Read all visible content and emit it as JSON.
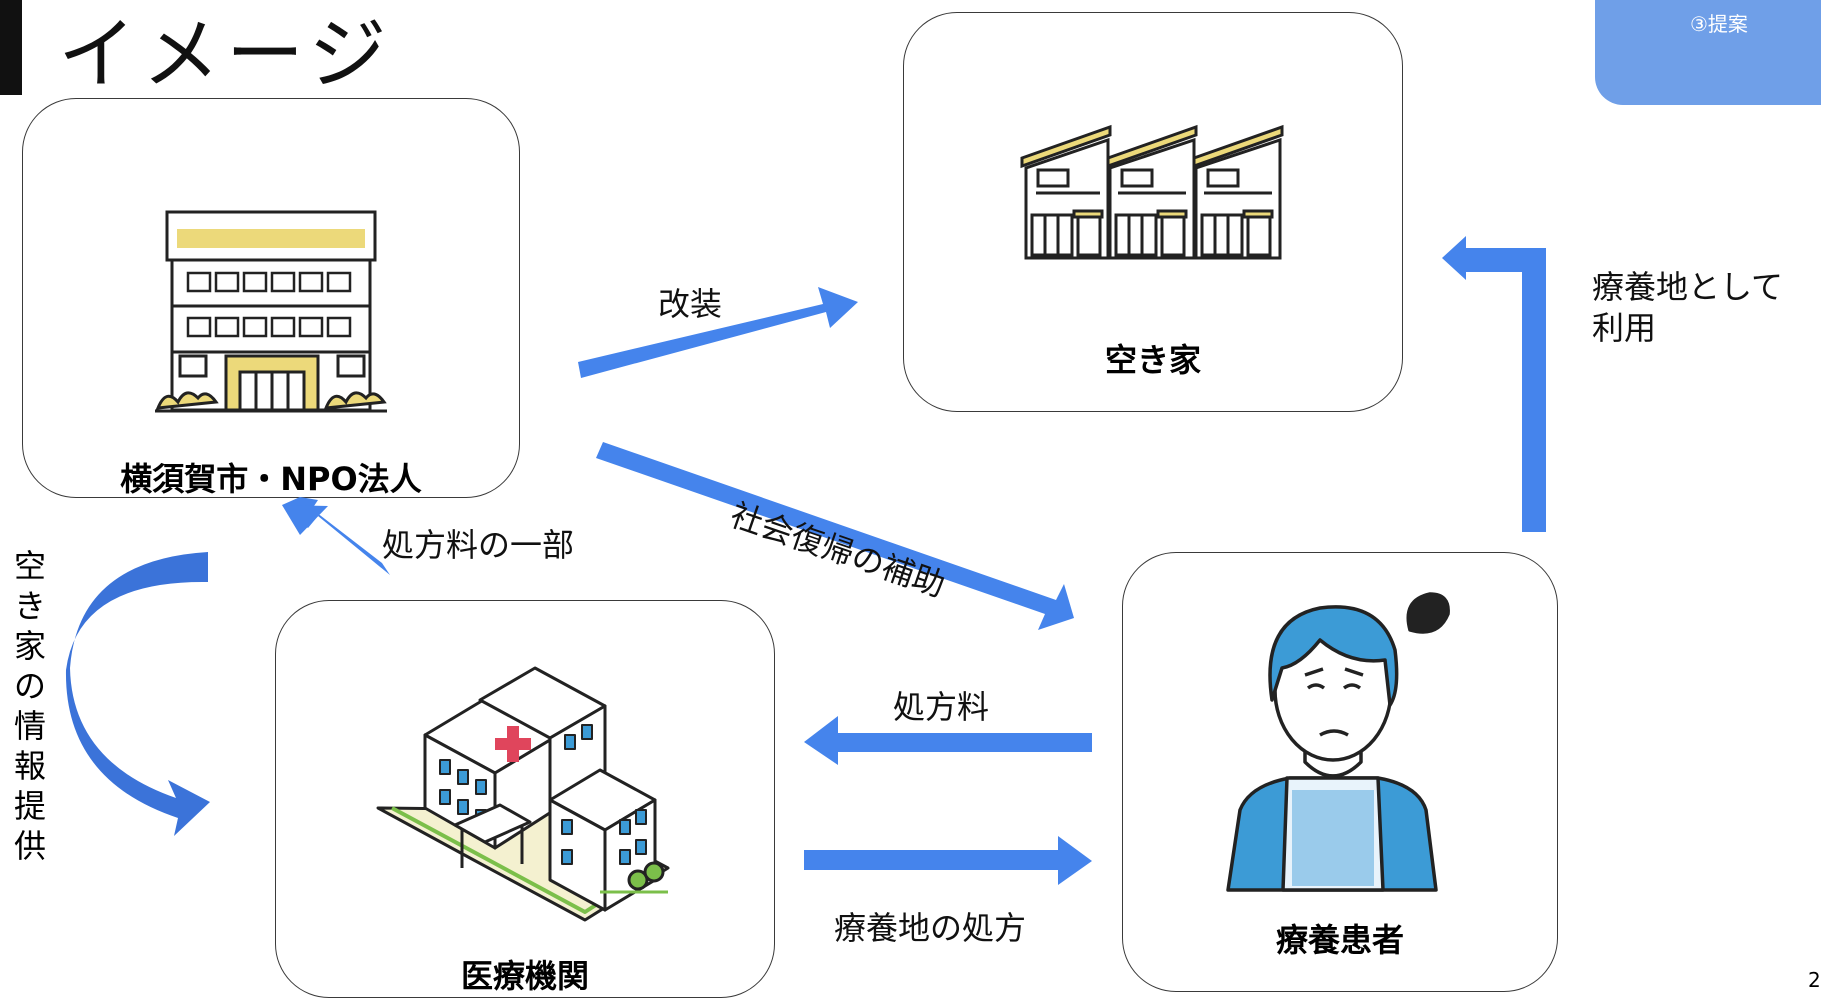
{
  "slide": {
    "title": "イメージ",
    "section_tag": "③提案",
    "page_number": "2"
  },
  "nodes": {
    "city": {
      "label": "横須賀市・NPO法人",
      "icon": "city-hall-icon"
    },
    "vacant_house": {
      "label": "空き家",
      "icon": "row-houses-icon"
    },
    "medical": {
      "label": "医療機関",
      "icon": "hospital-icon"
    },
    "patient": {
      "label": "療養患者",
      "icon": "worried-person-icon"
    }
  },
  "edges": {
    "renovation": "改装",
    "rehab_support": "社会復帰の補助",
    "fee_portion": "処方料の一部",
    "prescription_fee": "処方料",
    "recuperation_prescription": "療養地の処方",
    "use_as_recuperation_l1": "療養地として",
    "use_as_recuperation_l2": "利用",
    "vacant_info": [
      "空",
      "き",
      "家",
      "の",
      "情",
      "報",
      "提",
      "供"
    ]
  },
  "colors": {
    "arrow": "#4584ec",
    "arrow_dark": "#2f62c8",
    "tag": "#6f9fe8",
    "icon_yellow": "#ecd97a",
    "person_blue": "#3c9bd6",
    "hospital_red": "#e0455c"
  }
}
